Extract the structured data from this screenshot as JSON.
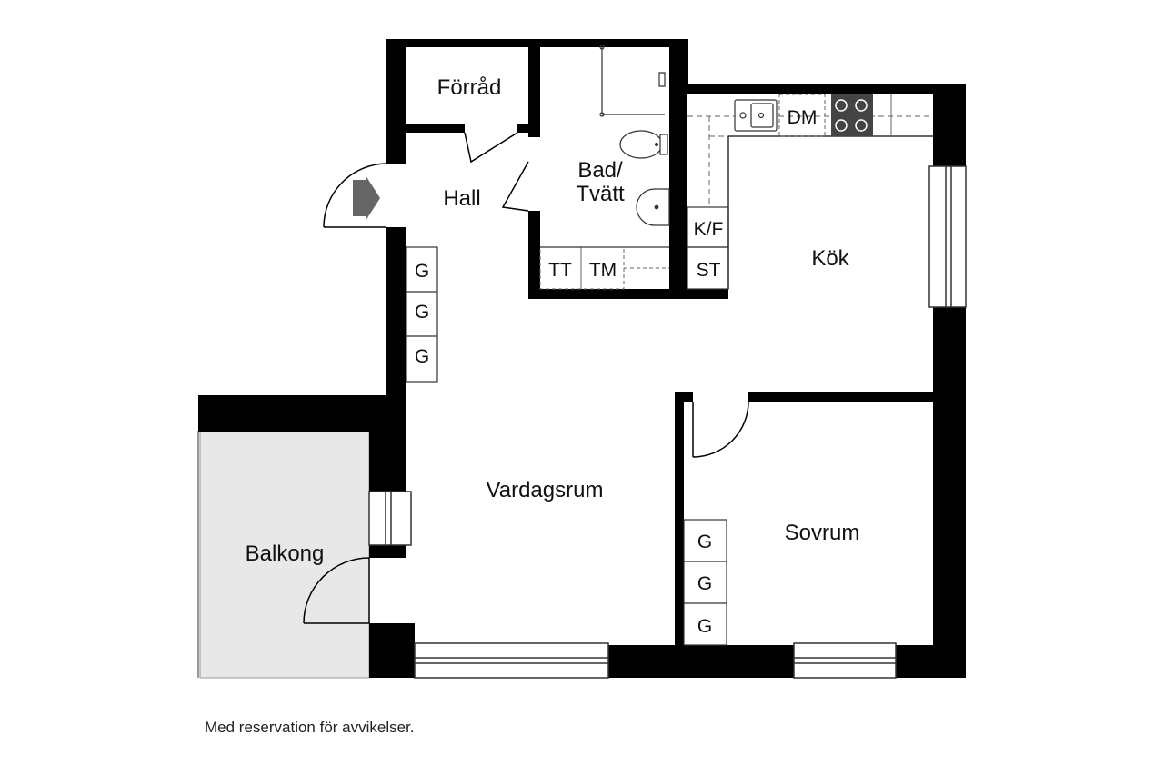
{
  "colors": {
    "wall": "#000000",
    "balcony_fill": "#e8e8e8",
    "fixture_line": "#555555",
    "entry_arrow": "#666666"
  },
  "rooms": {
    "forrad": "Förråd",
    "bad_line1": "Bad/",
    "bad_line2": "Tvätt",
    "hall": "Hall",
    "kok": "Kök",
    "vardagsrum": "Vardagsrum",
    "sovrum": "Sovrum",
    "balkong": "Balkong"
  },
  "fixtures": {
    "dishwasher": "DM",
    "fridge_freezer": "K/F",
    "stove": "ST",
    "dryer": "TT",
    "washer": "TM",
    "wardrobe": "G"
  },
  "icons": [
    "entry-arrow-icon",
    "sink-icon",
    "cooktop-icon",
    "toilet-icon",
    "washbasin-icon",
    "shower-icon"
  ],
  "footer": {
    "disclaimer": "Med reservation för avvikelser."
  }
}
